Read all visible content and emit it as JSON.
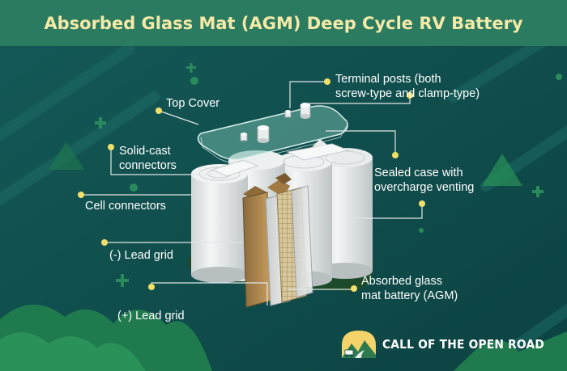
{
  "title": "Absorbed Glass Mat (AGM) Deep Cycle RV Battery",
  "labels": {
    "terminal_line1": "Terminal posts (both",
    "terminal_line2": "screw-type and clamp-type)",
    "top_cover": "Top Cover",
    "solid_cast_line1": "Solid-cast",
    "solid_cast_line2": "connectors",
    "sealed_line1": "Sealed case with",
    "sealed_line2": "overcharge venting",
    "cell_connectors": "Cell connectors",
    "neg_grid": "(-) Lead grid",
    "agm_line1": "Absorbed glass",
    "agm_line2": "mat battery (AGM)",
    "pos_grid": "(+) Lead grid"
  },
  "brand": {
    "name": "CALL OF THE OPEN ROAD",
    "logo_icon": "mountain-road-rv-logo"
  },
  "colors": {
    "background": "#0e4a4a",
    "title_bar": "#2a7b60",
    "title_text": "#f5e9a8",
    "label_text": "#ffffff",
    "callout_dot": "#f2df6a",
    "callout_line": "#dfe6e6"
  }
}
